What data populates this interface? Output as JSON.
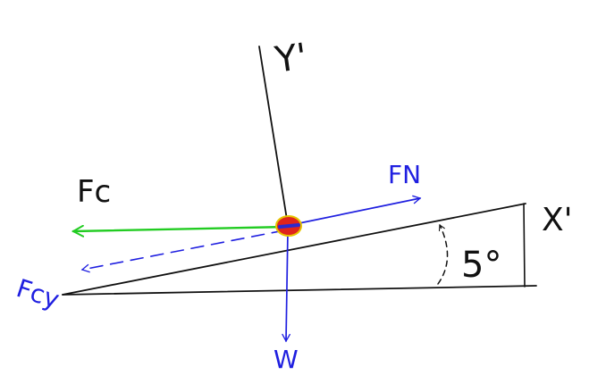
{
  "diagram": {
    "labels": {
      "y_axis": "Y'",
      "x_axis": "X'",
      "force_c": "Fc",
      "force_n": "FN",
      "force_cy": "Fcy",
      "weight": "W",
      "angle": "5°"
    },
    "colors": {
      "ink": "#111111",
      "blue": "#1f1fe0",
      "green": "#22cc22",
      "dot_red": "#e0241c",
      "dot_blue": "#2a2ad0",
      "dot_outline": "#e6c400"
    }
  }
}
